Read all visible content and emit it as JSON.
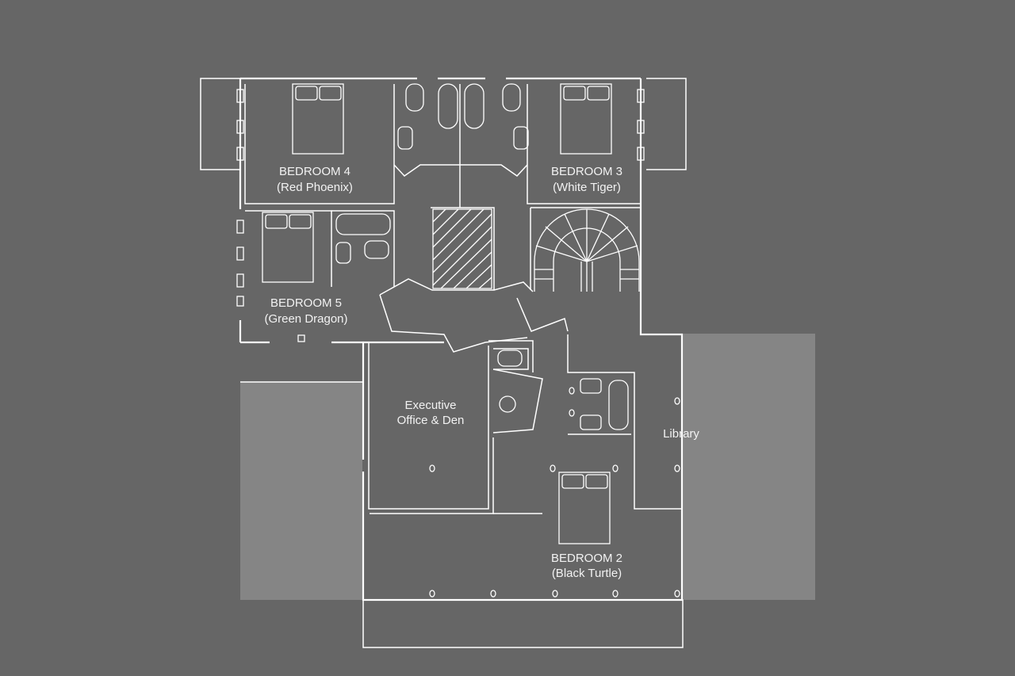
{
  "rooms": {
    "bedroom4": {
      "name": "BEDROOM 4",
      "alias": "(Red Phoenix)"
    },
    "bedroom3": {
      "name": "BEDROOM 3",
      "alias": "(White Tiger)"
    },
    "bedroom5": {
      "name": "BEDROOM 5",
      "alias": "(Green Dragon)"
    },
    "office": {
      "line1": "Executive",
      "line2": "Office & Den"
    },
    "library": {
      "name": "Library"
    },
    "bedroom2": {
      "name": "BEDROOM 2",
      "alias": "(Black Turtle)"
    }
  },
  "colors": {
    "background": "#666666",
    "terrace": "#858585",
    "lines": "#ffffff",
    "text": "#f2f2f2"
  }
}
